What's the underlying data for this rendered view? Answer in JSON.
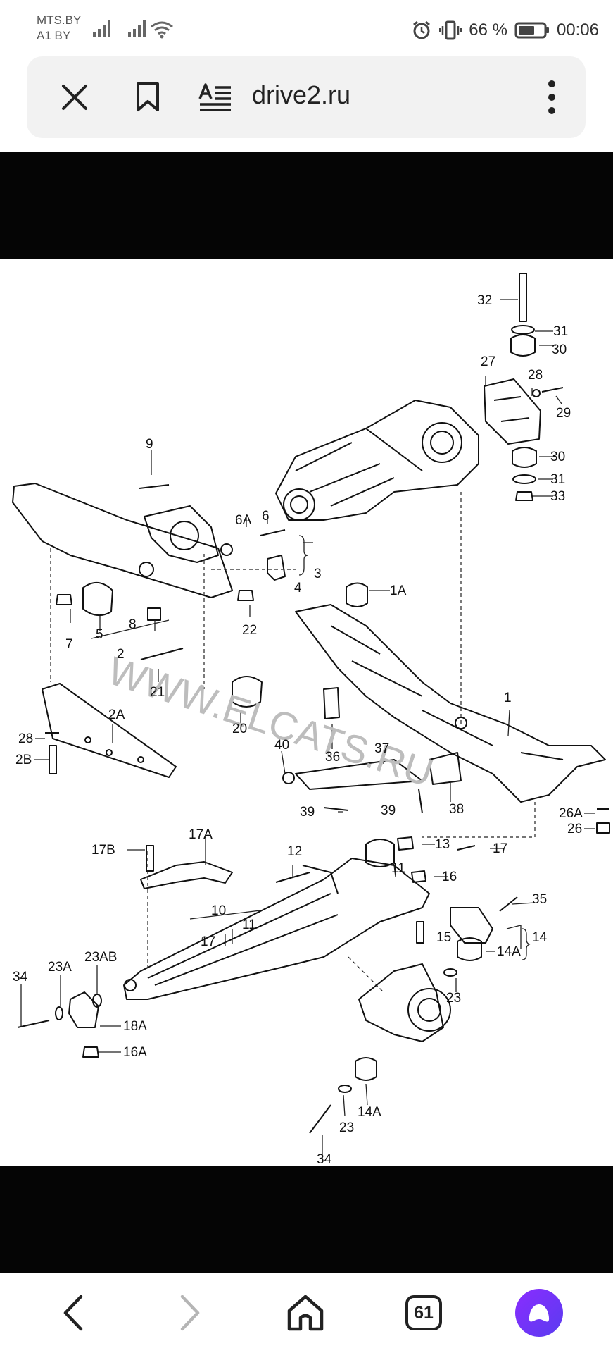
{
  "status_bar": {
    "carrier_1": "MTS.BY",
    "carrier_2": "A1 BY",
    "battery_percent": "66 %",
    "battery_level": 0.66,
    "time": "00:06",
    "icons": [
      "signal-icon",
      "signal-icon",
      "wifi-icon",
      "alarm-icon",
      "vibrate-icon",
      "battery-icon"
    ]
  },
  "browser": {
    "url": "drive2.ru",
    "icons": [
      "close-icon",
      "bookmark-icon",
      "reader-mode-icon",
      "more-menu-icon"
    ]
  },
  "diagram": {
    "watermark": "WWW.ELCATS.RU",
    "labels": [
      "32",
      "31",
      "30",
      "27",
      "28",
      "29",
      "30",
      "31",
      "33",
      "9",
      "6A",
      "6",
      "3",
      "4",
      "1A",
      "7",
      "5",
      "8",
      "2",
      "22",
      "21",
      "20",
      "2A",
      "28",
      "2B",
      "40",
      "36",
      "37",
      "39",
      "39",
      "38",
      "1",
      "26A",
      "26",
      "17B",
      "17A",
      "12",
      "13",
      "17",
      "11",
      "16",
      "10",
      "11",
      "17",
      "35",
      "15",
      "14",
      "14A",
      "23AB",
      "23A",
      "34",
      "18A",
      "16A",
      "23",
      "14A",
      "23",
      "34"
    ]
  },
  "nav_bar": {
    "tab_count": "61",
    "icons": [
      "back-icon",
      "forward-icon",
      "home-icon",
      "tabs-icon",
      "alice-assistant-icon"
    ]
  }
}
